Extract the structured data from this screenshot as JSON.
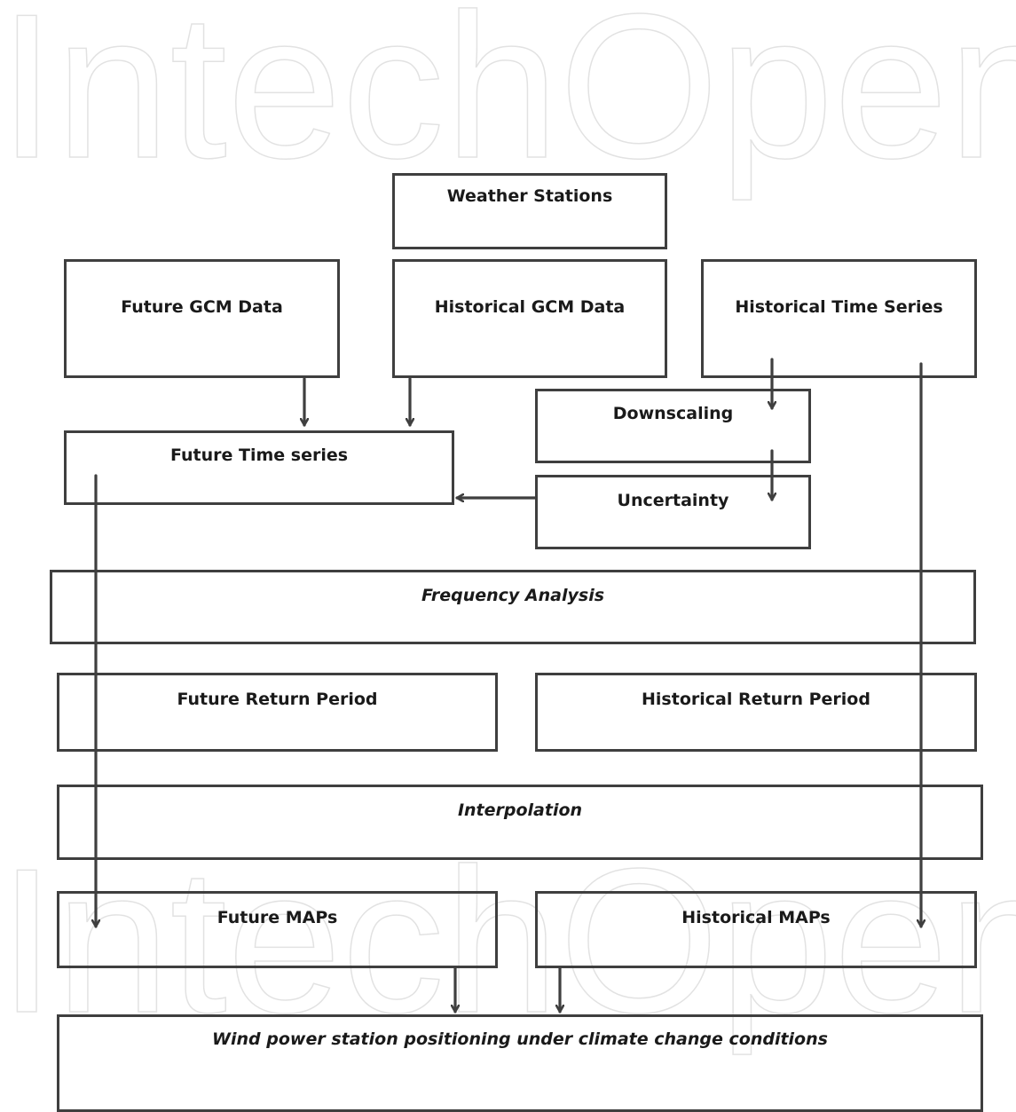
{
  "watermark": {
    "top": "IntechOpen",
    "bottom": "IntechOpen"
  },
  "boxes": {
    "weather_stations": "Weather Stations",
    "future_gcm": "Future GCM Data",
    "historical_gcm": "Historical GCM Data",
    "historical_time_series": "Historical Time Series",
    "downscaling": "Downscaling",
    "future_time_series": "Future Time series",
    "uncertainty": "Uncertainty",
    "frequency_analysis": "Frequency Analysis",
    "future_return_period": "Future Return Period",
    "historical_return_period": "Historical Return Period",
    "interpolation": "Interpolation",
    "future_maps": "Future MAPs",
    "historical_maps": "Historical MAPs",
    "final": "Wind power station positioning under climate change conditions"
  },
  "colors": {
    "stroke": "#3f3f3f",
    "watermark": "#e2e2e2"
  }
}
